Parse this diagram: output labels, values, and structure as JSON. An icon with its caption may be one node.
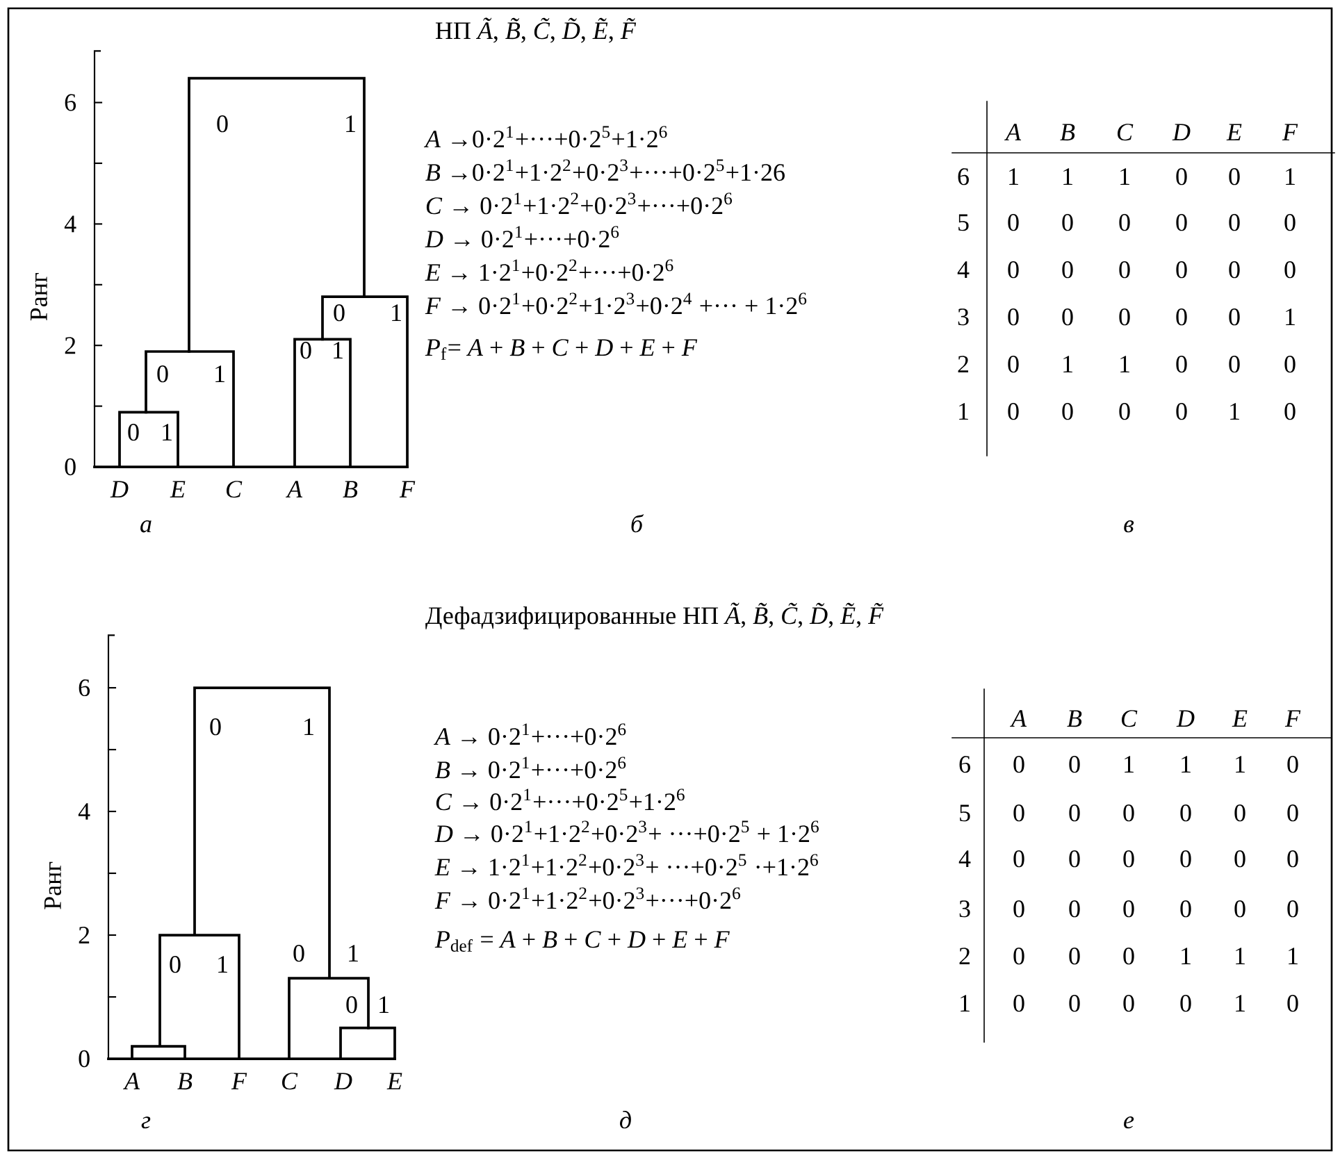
{
  "diagram": {
    "labels": [
      "НП *Ã*, *B̃*, *C̃*, *D̃*, *Ẽ*, *F̃*",
      "Ранг",
      "6",
      "4",
      "2",
      "0",
      "0",
      "1",
      "0",
      "1",
      "0",
      "1",
      "0",
      "1",
      "0",
      "1",
      "D",
      "E",
      "C",
      "A",
      "B",
      "F",
      "*A* →0·2$^{1}$+···+0·2$^{5}$+1·2$^{6}$",
      "*B* →0·2$^{1}$+1·2$^{2}$+0·2$^{3}$+···+0·2$^{5}$+1·26",
      "*C* → 0·2$^{1}$+1·2$^{2}$+0·2$^{3}$+···+0·2$^{6}$",
      "*D* → 0·2$^{1}$+···+0·2$^{6}$",
      "*E* → 1·2$^{1}$+0·2$^{2}$+···+0·2$^{6}$",
      "*F* → 0·2$^{1}$+0·2$^{2}$+1·2$^{3}$+0·2$^{4}$ +··· + 1·2$^{6}$",
      "*P*$_{f}$= *A* + *B* + *C* + *D* + *E* + *F*",
      "A",
      "B",
      "C",
      "D",
      "E",
      "F",
      "6",
      "1",
      "1",
      "1",
      "0",
      "0",
      "1",
      "5",
      "0",
      "0",
      "0",
      "0",
      "0",
      "0",
      "4",
      "0",
      "0",
      "0",
      "0",
      "0",
      "0",
      "3",
      "0",
      "0",
      "0",
      "0",
      "0",
      "1",
      "2",
      "0",
      "1",
      "1",
      "0",
      "0",
      "0",
      "1",
      "0",
      "0",
      "0",
      "0",
      "1",
      "0",
      "а",
      "б",
      "в",
      "Дефадзифицированные НП *Ã*, *B̃*, *C̃*, *D̃*, *Ẽ*, *F̃*",
      "Ранг",
      "6",
      "4",
      "2",
      "0",
      "0",
      "1",
      "0",
      "1",
      "0",
      "1",
      "0",
      "1",
      "A",
      "B",
      "F",
      "C",
      "D",
      "E",
      "*A* → 0·2$^{1}$+···+0·2$^{6}$",
      "*B* → 0·2$^{1}$+···+0·2$^{6}$",
      "*C* → 0·2$^{1}$+···+0·2$^{5}$+1·2$^{6}$",
      "*D* → 0·2$^{1}$+1·2$^{2}$+0·2$^{3}$+ ···+0·2$^{5}$ + 1·2$^{6}$",
      "*E* → 1·2$^{1}$+1·2$^{2}$+0·2$^{3}$+ ···+0·2$^{5}$ ·+1·2$^{6}$",
      "*F* → 0·2$^{1}$+1·2$^{2}$+0·2$^{3}$+···+0·2$^{6}$",
      "*P*$_{def}$ = *A* + *B* + *C* + *D* + *E* + *F*",
      "A",
      "B",
      "C",
      "D",
      "E",
      "F",
      "6",
      "0",
      "0",
      "1",
      "1",
      "1",
      "0",
      "5",
      "0",
      "0",
      "0",
      "0",
      "0",
      "0",
      "4",
      "0",
      "0",
      "0",
      "0",
      "0",
      "0",
      "3",
      "0",
      "0",
      "0",
      "0",
      "0",
      "0",
      "2",
      "0",
      "0",
      "0",
      "1",
      "1",
      "1",
      "1",
      "0",
      "0",
      "0",
      "0",
      "1",
      "0",
      "г",
      "д",
      "е"
    ]
  }
}
